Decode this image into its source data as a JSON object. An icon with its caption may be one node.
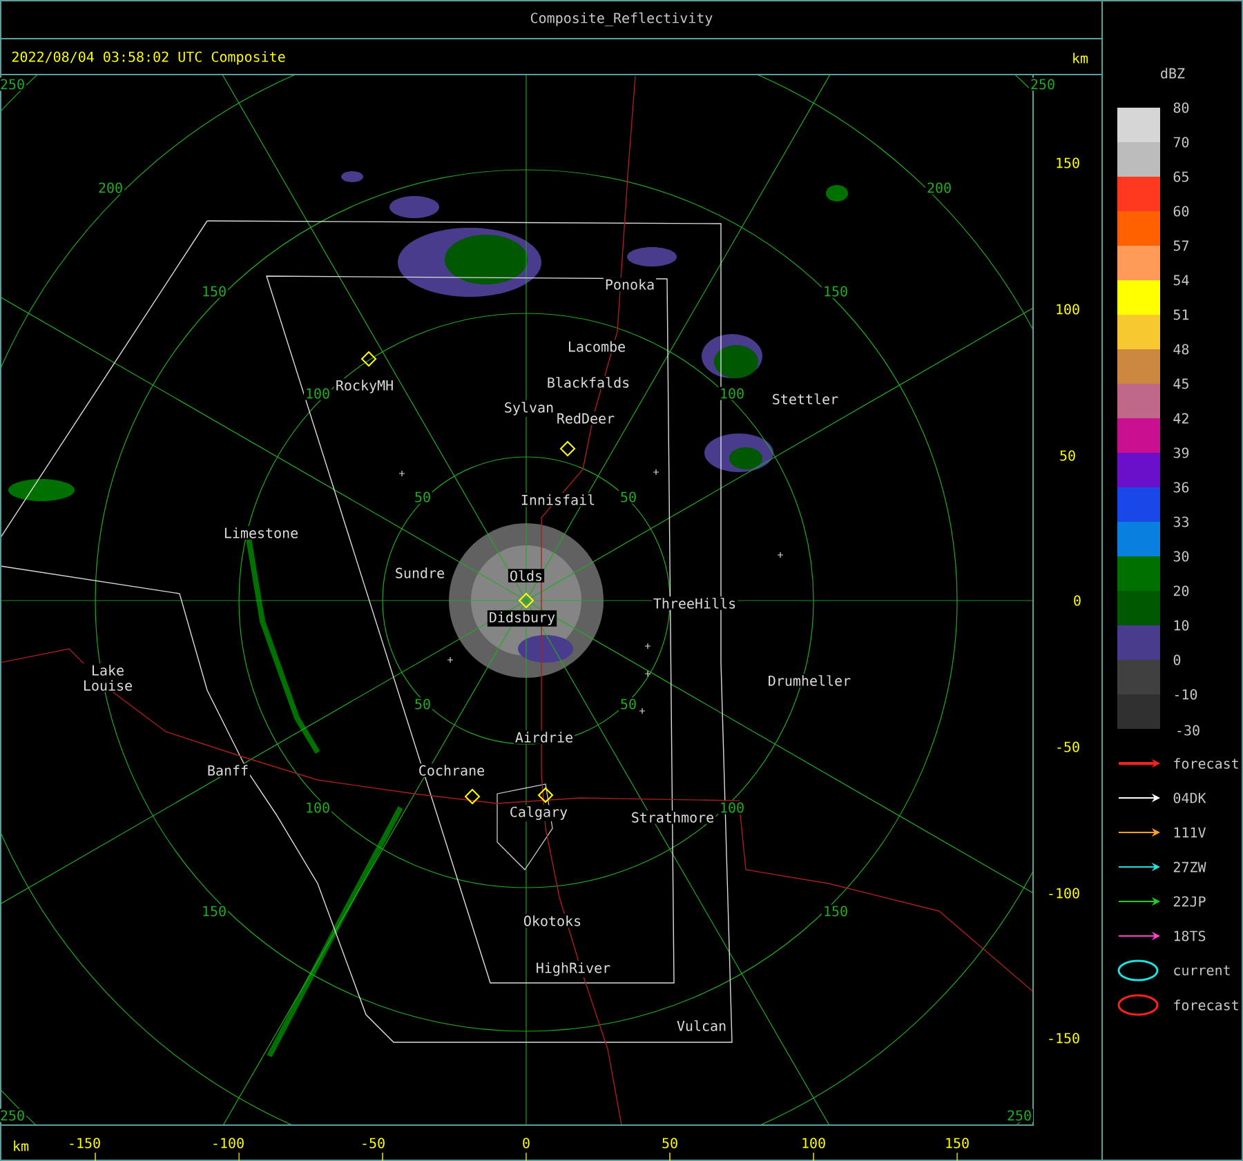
{
  "diagram": {
    "title": "Composite_Reflectivity",
    "labels": [
      "2022/08/04 03:58:02 UTC Composite",
      "km",
      "dBZ",
      "250",
      "250",
      "150",
      "200",
      "200",
      "150",
      "Ponoka",
      "150",
      "100",
      "Lacombe",
      "RockyMH",
      "Blackfalds",
      "100",
      "100",
      "Stettler",
      "Sylvan",
      "RedDeer",
      "50",
      "50",
      "Innisfail",
      "50",
      "Limestone",
      "Sundre",
      "Olds",
      "ThreeHills",
      "0",
      "Didsbury",
      "Lake Louise",
      "Drumheller",
      "50",
      "50",
      "Airdrie",
      "-50",
      "-30",
      "Banff",
      "Cochrane",
      "100",
      "Calgary",
      "Strathmore",
      "100",
      "-100",
      "150",
      "Okotoks",
      "150",
      "HighRiver",
      "Vulcan",
      "-150",
      "250",
      "250",
      "km",
      "-150",
      "-100",
      "-50",
      "0",
      "50",
      "100",
      "150"
    ],
    "legend": [
      {
        "text": "80",
        "color": "#d6d6d6"
      },
      {
        "text": "70",
        "color": "#bcbcbc"
      },
      {
        "text": "65",
        "color": "#ff3820"
      },
      {
        "text": "60",
        "color": "#ff6000"
      },
      {
        "text": "57",
        "color": "#ff9a58"
      },
      {
        "text": "54",
        "color": "#ffff00"
      },
      {
        "text": "51",
        "color": "#f8c830"
      },
      {
        "text": "48",
        "color": "#cc8840"
      },
      {
        "text": "45",
        "color": "#c06888"
      },
      {
        "text": "42",
        "color": "#c81090"
      },
      {
        "text": "39",
        "color": "#6a10c8"
      },
      {
        "text": "36",
        "color": "#1a48e8"
      },
      {
        "text": "33",
        "color": "#0880e0"
      },
      {
        "text": "30",
        "color": "#007000"
      },
      {
        "text": "20",
        "color": "#005800"
      },
      {
        "text": "10",
        "color": "#4a3c8c"
      },
      {
        "text": "0",
        "color": "#404040"
      },
      {
        "text": "-10",
        "color": "#303030"
      },
      {
        "text": "forecast"
      },
      {
        "text": "04DK"
      },
      {
        "text": "111V"
      },
      {
        "text": "27ZW"
      },
      {
        "text": "22JP"
      },
      {
        "text": "18TS"
      },
      {
        "text": "current"
      },
      {
        "text": "forecast"
      }
    ]
  }
}
